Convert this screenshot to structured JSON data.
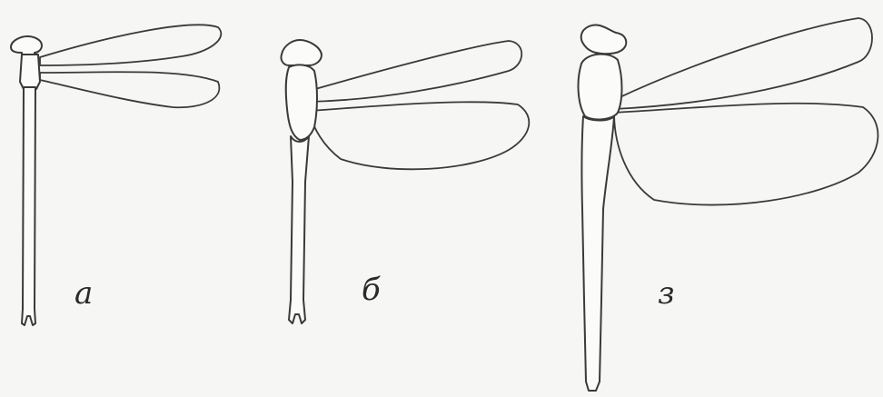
{
  "figure": {
    "panels": [
      {
        "label": "а",
        "stage_icon": "dragonfly-stage-a-icon"
      },
      {
        "label": "б",
        "stage_icon": "dragonfly-stage-b-icon"
      },
      {
        "label": "з",
        "stage_icon": "dragonfly-stage-c-icon"
      }
    ],
    "colors": {
      "background": "#f6f6f4",
      "line": "#3a3a3a"
    }
  }
}
